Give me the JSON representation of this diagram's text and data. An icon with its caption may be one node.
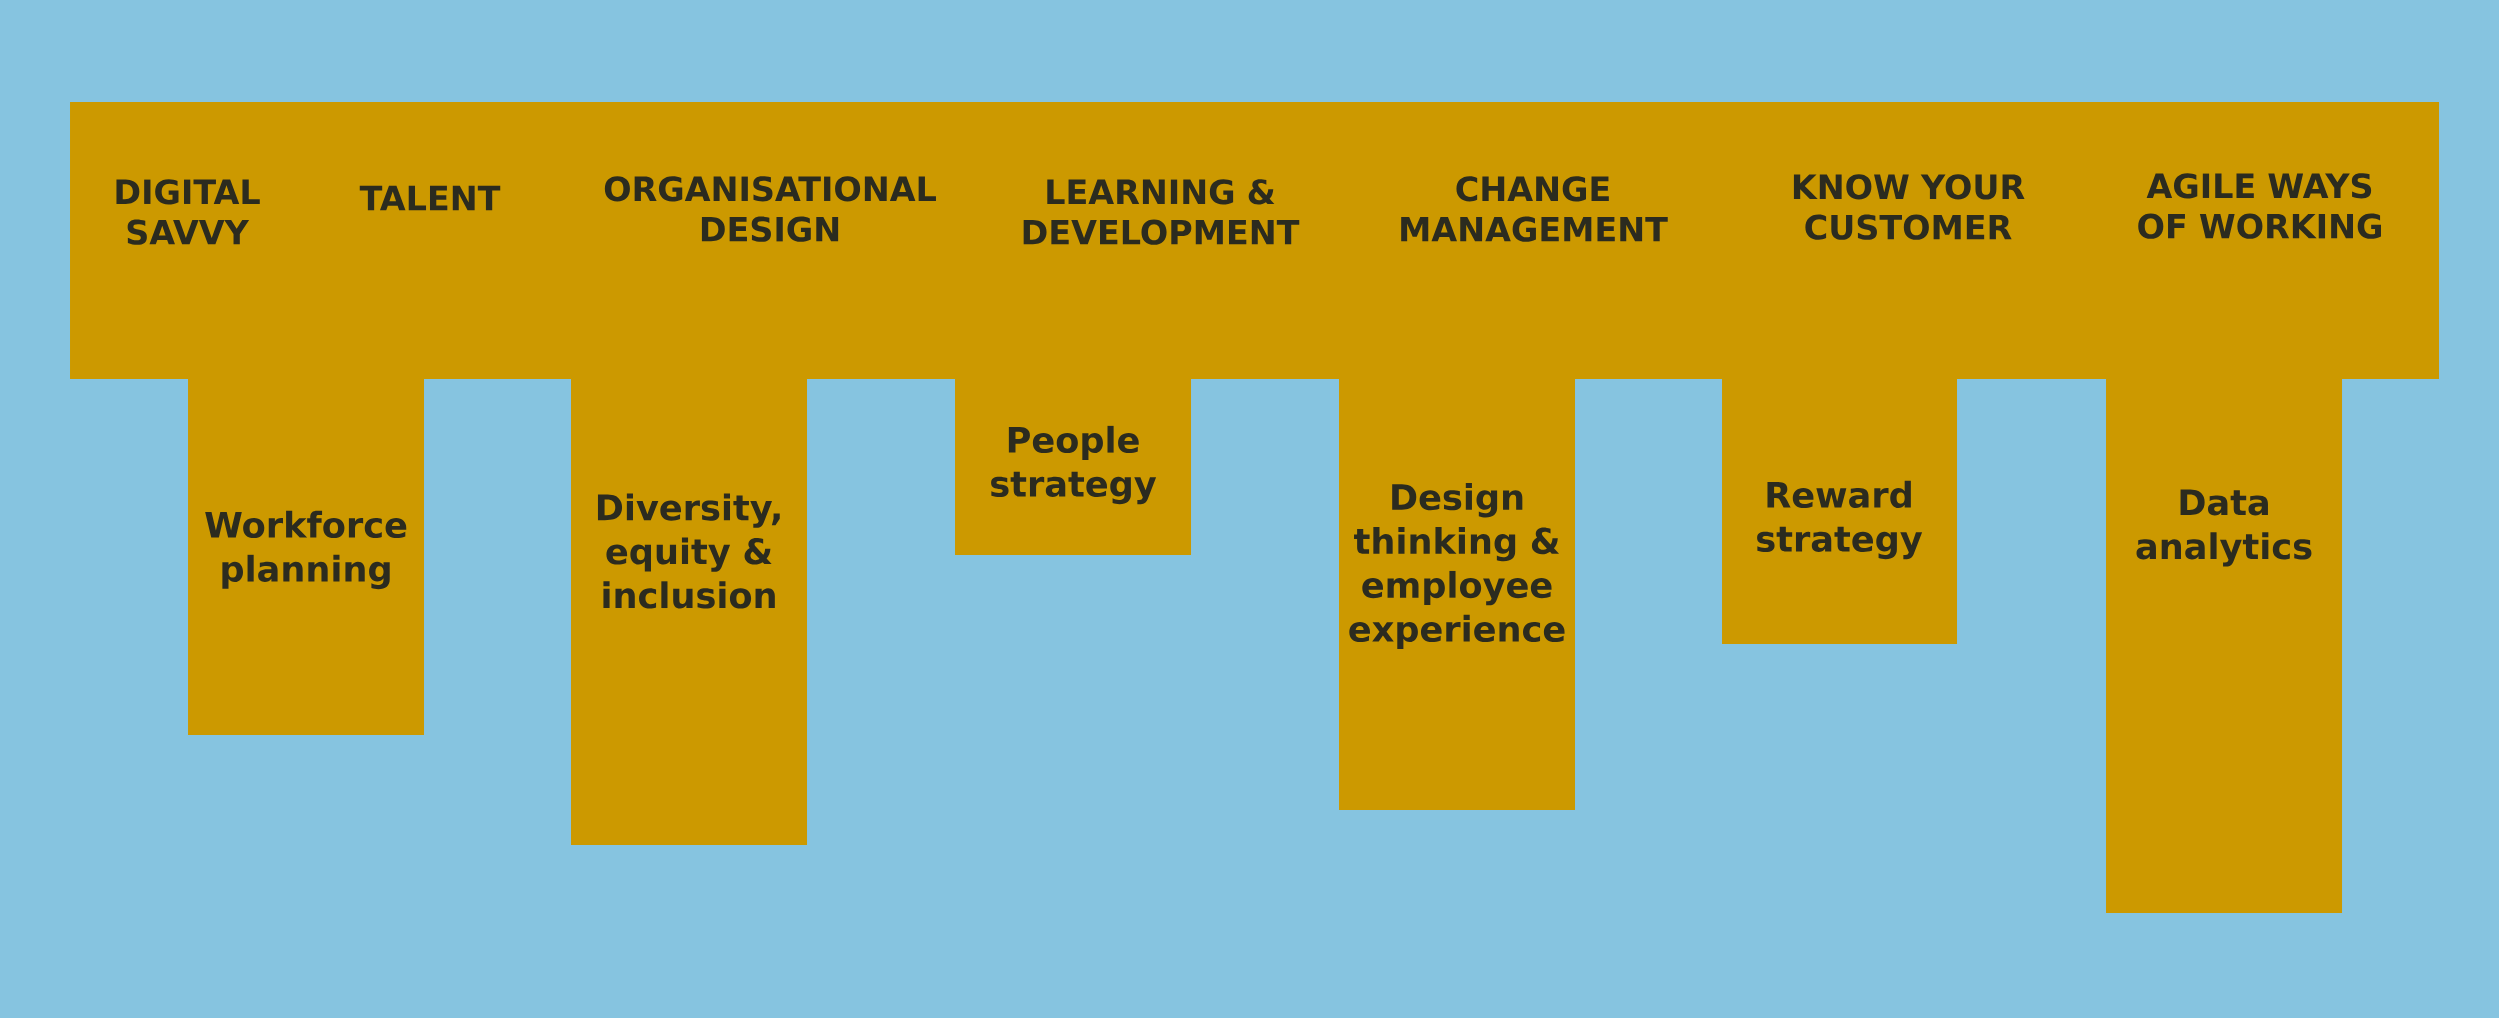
{
  "diagram": {
    "nodes": [
      {
        "text": [
          "DIGITAL SAVVY",
          "TALENT",
          "ORGANISATIONAL DESIGN",
          "LEARNING & DEVELOPMENT",
          "CHANGE MANAGEMENT",
          "KNOW YOUR CUSTOMER",
          "AGILE WAYS OF WORKING"
        ]
      },
      {
        "text": [
          "Workforce planning"
        ]
      },
      {
        "text": [
          "Diversity, equity & inclusion"
        ]
      },
      {
        "text": [
          "People strategy"
        ]
      },
      {
        "text": [
          "Design thinking & employee experience"
        ]
      },
      {
        "text": [
          "Reward strategy"
        ]
      },
      {
        "text": [
          "Data analytics"
        ]
      }
    ]
  }
}
